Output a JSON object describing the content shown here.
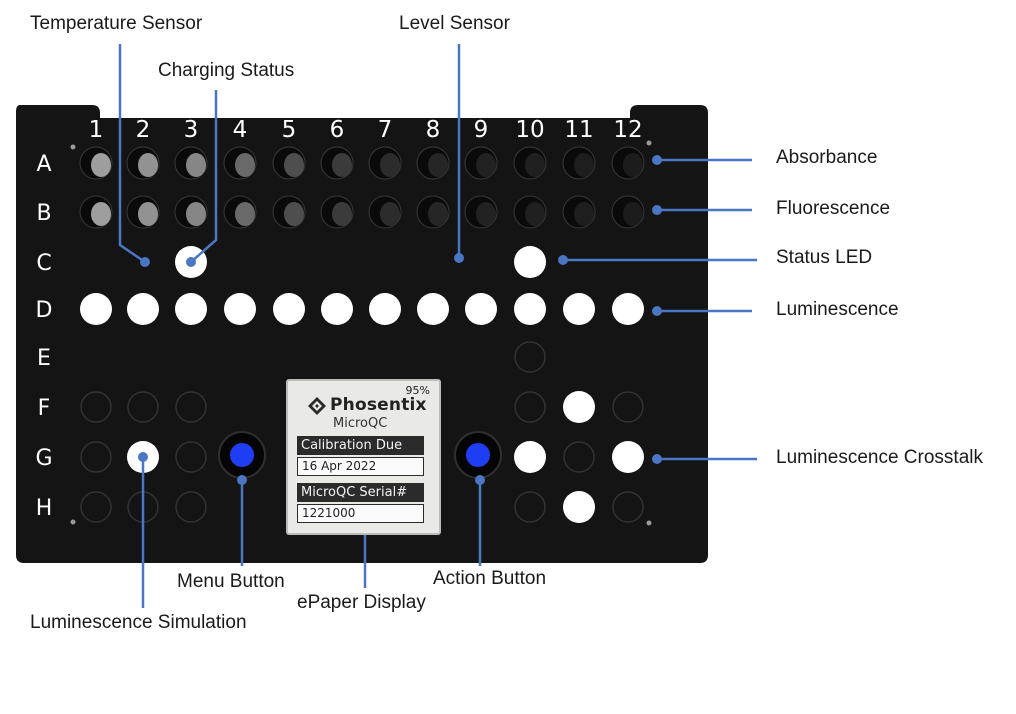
{
  "columns": [
    "1",
    "2",
    "3",
    "4",
    "5",
    "6",
    "7",
    "8",
    "9",
    "10",
    "11",
    "12"
  ],
  "rows": [
    "A",
    "B",
    "C",
    "D",
    "E",
    "F",
    "G",
    "H"
  ],
  "callouts": {
    "temperature_sensor": "Temperature Sensor",
    "charging_status": "Charging Status",
    "level_sensor": "Level Sensor",
    "absorbance": "Absorbance",
    "fluorescence": "Fluorescence",
    "status_led": "Status LED",
    "luminescence": "Luminescence",
    "luminescence_crosstalk": "Luminescence Crosstalk",
    "menu_button": "Menu Button",
    "action_button": "Action Button",
    "epaper_display": "ePaper Display",
    "luminescence_simulation": "Luminescence Simulation"
  },
  "epaper": {
    "battery": "95%",
    "brand": "Phosentix",
    "product": "MicroQC",
    "calibration_header": "Calibration Due",
    "calibration_value": "16 Apr 2022",
    "serial_header": "MicroQC Serial#",
    "serial_value": "1221000"
  },
  "colors": {
    "plate": "#141414",
    "led_white": "#ffffff",
    "callout_line": "#4a76c4",
    "button_blue": "#1f3df2"
  }
}
